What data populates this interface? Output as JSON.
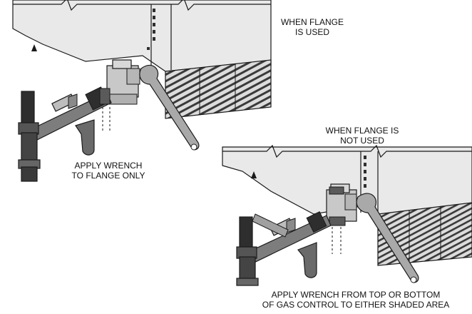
{
  "labels": {
    "flange_used": [
      "WHEN FLANGE",
      "IS USED"
    ],
    "flange_not_used": [
      "WHEN FLANGE IS",
      "NOT USED"
    ],
    "apply_wrench_flange": [
      "APPLY WRENCH",
      "TO FLANGE ONLY"
    ],
    "apply_wrench_gas_control": [
      "APPLY WRENCH FROM TOP OR BOTTOM",
      "OF GAS CONTROL TO EITHER SHADED AREA"
    ]
  },
  "colors": {
    "line": "#1a1a1a",
    "cabinet_fill": "#e9e9e9",
    "cabinet_side": "#d4d4d4",
    "pipe_fill": "#7d7d7d",
    "pipe_dark": "#2e2e2e",
    "shaded_area": "#5a5a5a",
    "valve_fill": "#c8c8c8",
    "wrench_fill": "#a9a9a9"
  }
}
